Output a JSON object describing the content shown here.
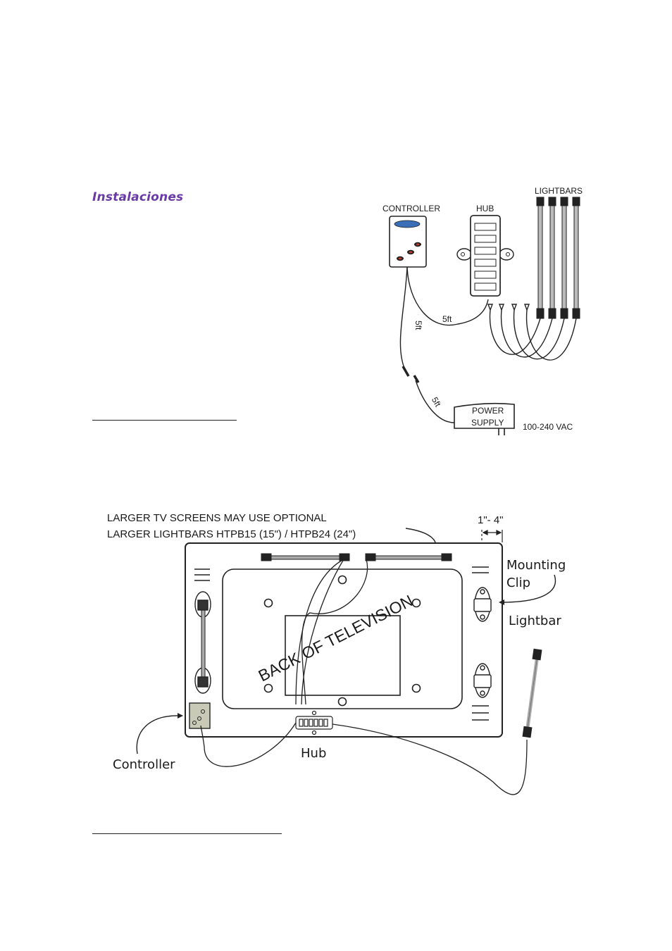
{
  "heading": "Instalaciones",
  "diagram1": {
    "controller": "CONTROLLER",
    "hub": "HUB",
    "lightbars": "LIGHTBARS",
    "cable_hub": "5ft",
    "cable_down": "5ft",
    "cable_power": "5ft",
    "power_supply_1": "POWER",
    "power_supply_2": "SUPPLY",
    "voltage": "100-240 VAC"
  },
  "diagram2": {
    "note_line1": "LARGER TV SCREENS MAY USE OPTIONAL",
    "note_line2": "LARGER LIGHTBARS HTPB15 (15\") / HTPB24 (24\")",
    "spacing": "1\"- 4\"",
    "mounting_1": "Mounting",
    "mounting_2": "Clip",
    "lightbar": "Lightbar",
    "tv": "BACK OF TELEVISION",
    "controller": "Controller",
    "hub": "Hub"
  }
}
